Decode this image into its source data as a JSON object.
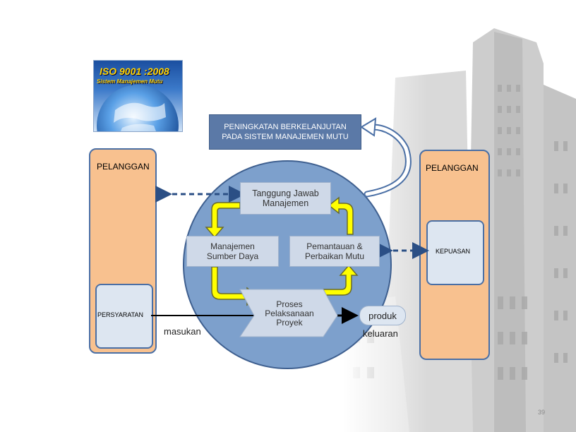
{
  "logo": {
    "title": "ISO 9001 :2008",
    "subtitle": "Sistem Manajemen Mutu"
  },
  "improvement": {
    "line1": "PENINGKATAN BERKELANJUTAN",
    "line2": "PADA SISTEM MANAJEMEN MUTU"
  },
  "customer_left": "PELANGGAN",
  "customer_right": "PELANGGAN",
  "requirements": "PERSYARATAN",
  "satisfaction": "KEPUASAN",
  "processes": {
    "management": {
      "line1": "Tanggung Jawab",
      "line2": "Manajemen"
    },
    "resources": {
      "line1": "Manajemen",
      "line2": "Sumber Daya"
    },
    "measurement": {
      "line1": "Pemantauan &",
      "line2": "Perbaikan Mutu"
    },
    "realization": {
      "line1": "Proses",
      "line2": "Pelaksanaan",
      "line3": "Proyek"
    }
  },
  "input_label": "masukan",
  "product_label": "produk",
  "output_label": "keluaran",
  "page_number": "39",
  "colors": {
    "customer_fill": "#f8c18f",
    "border_blue": "#4a6fa5",
    "circle_fill": "#7da0cc",
    "node_fill": "#cfd9e8",
    "cycle_arrow": "#ffff00",
    "header_fill": "#5b79a7"
  }
}
